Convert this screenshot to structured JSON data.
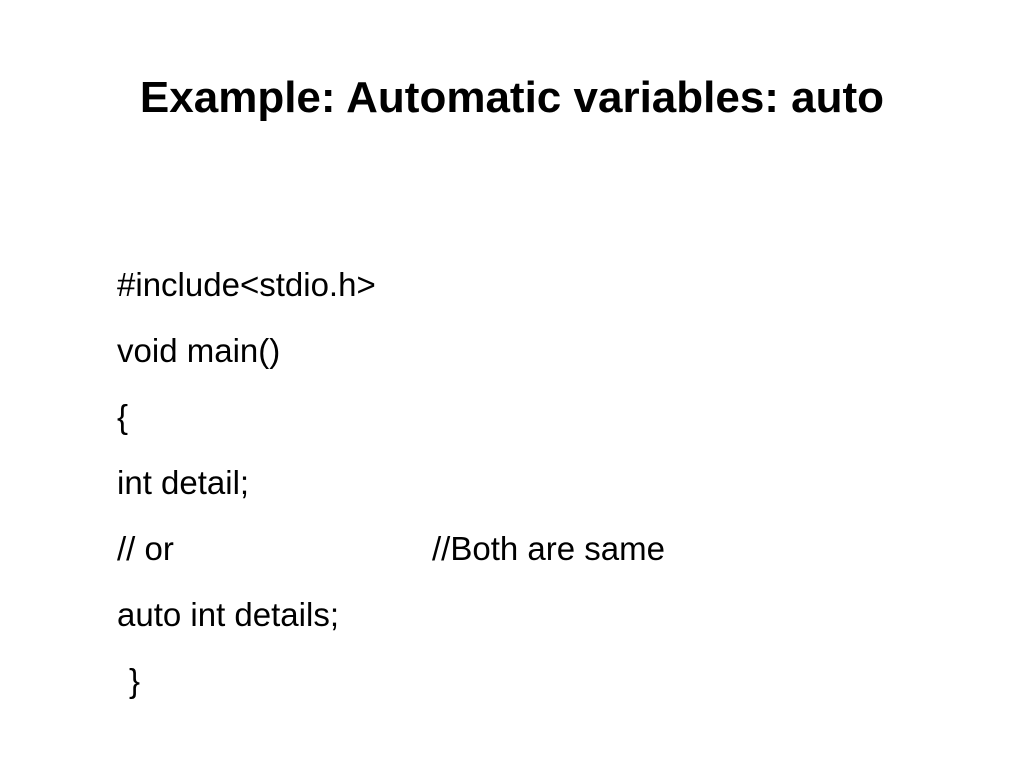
{
  "slide": {
    "title": "Example: Automatic variables: auto",
    "code_lines": [
      {
        "code": "#include<stdio.h>"
      },
      {
        "code": "void main()"
      },
      {
        "code": "{"
      },
      {
        "code": "int detail;"
      },
      {
        "code": "// or"
      },
      {
        "code": "auto int details;",
        "comment": "//Both are same"
      },
      {
        "code": "}"
      }
    ]
  }
}
